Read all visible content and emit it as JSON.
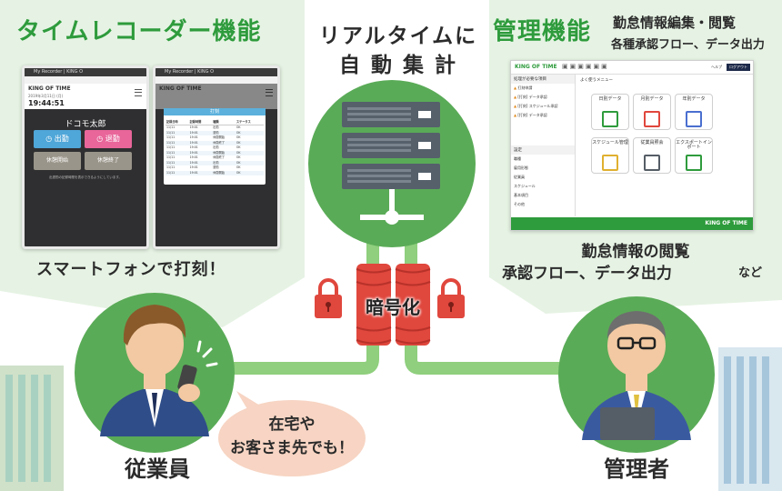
{
  "left_panel": {
    "title": "タイムレコーダー機能",
    "caption": "スマートフォンで打刻！",
    "phone1": {
      "tab": "My Recorder | KING O",
      "brand": "KING OF TIME",
      "date": "2019年3月11日 (月)",
      "time": "19:44:51",
      "user": "ドコモ太郎",
      "btn_in": "出勤",
      "btn_out": "退勤",
      "btn_break_start": "休憩開始",
      "btn_break_end": "休憩終了",
      "note": "出退勤の記録時間を表示できるようにしています。"
    },
    "phone2": {
      "tab": "My Recorder | KING O",
      "brand": "KING OF TIME",
      "modal_title": "打刻",
      "columns": [
        "記録日時",
        "記録時間",
        "種類",
        "ステータス"
      ],
      "rows": [
        [
          "11/11",
          "19:01",
          "出勤",
          "OK"
        ],
        [
          "11/11",
          "19:01",
          "退勤",
          "OK"
        ],
        [
          "11/11",
          "19:01",
          "休憩開始",
          "OK"
        ],
        [
          "11/11",
          "19:01",
          "休憩終了",
          "OK"
        ],
        [
          "11/11",
          "19:01",
          "出勤",
          "OK"
        ],
        [
          "11/11",
          "19:01",
          "休憩開始",
          "OK"
        ],
        [
          "11/11",
          "19:01",
          "休憩終了",
          "OK"
        ],
        [
          "11/11",
          "19:01",
          "出勤",
          "OK"
        ],
        [
          "11/11",
          "19:01",
          "退勤",
          "OK"
        ],
        [
          "11/11",
          "19:01",
          "休憩開始",
          "OK"
        ]
      ]
    }
  },
  "center": {
    "title_line1": "リアルタイムに",
    "title_line2": "自 動 集 計",
    "encryption": "暗号化"
  },
  "right_panel": {
    "title": "管理機能",
    "subtitle_line1": "勤怠情報編集・閲覧",
    "subtitle_line2": "各種承認フロー、データ出力",
    "caption_line1": "勤怠情報の閲覧",
    "caption_line2": "承認フロー、データ出力",
    "caption_suffix": "など",
    "app": {
      "brand": "KING OF TIME",
      "logout": "ログアウト",
      "help": "ヘルプ",
      "side_title": "処理が必要な項目",
      "side_items": [
        "打刻申請",
        "[打刻] データ承認",
        "[打刻] スケジュール承認",
        "[打刻] データ承認"
      ],
      "settings_title": "設定",
      "settings_items": [
        "職種",
        "雇用形態",
        "従業員",
        "スケジュール",
        "基本項目",
        "その他"
      ],
      "menu_title": "よく使うメニュー",
      "tiles": [
        "日別データ",
        "月別データ",
        "年別データ",
        "スケジュール管理",
        "従業員照会",
        "エクスポートインポート"
      ],
      "footer_brand": "KING OF TIME"
    }
  },
  "bottom": {
    "employee_label": "従業員",
    "manager_label": "管理者",
    "bubble_line1": "在宅や",
    "bubble_line2": "お客さま先でも！"
  },
  "colors": {
    "panel_bg": "#e6f3e4",
    "accent_green": "#2e9b3c",
    "circle_green": "#5aab57",
    "cable_green": "#8fcf7d",
    "pipe_red": "#e0473d",
    "server": "#55606b",
    "bubble": "#f7d4c3"
  }
}
